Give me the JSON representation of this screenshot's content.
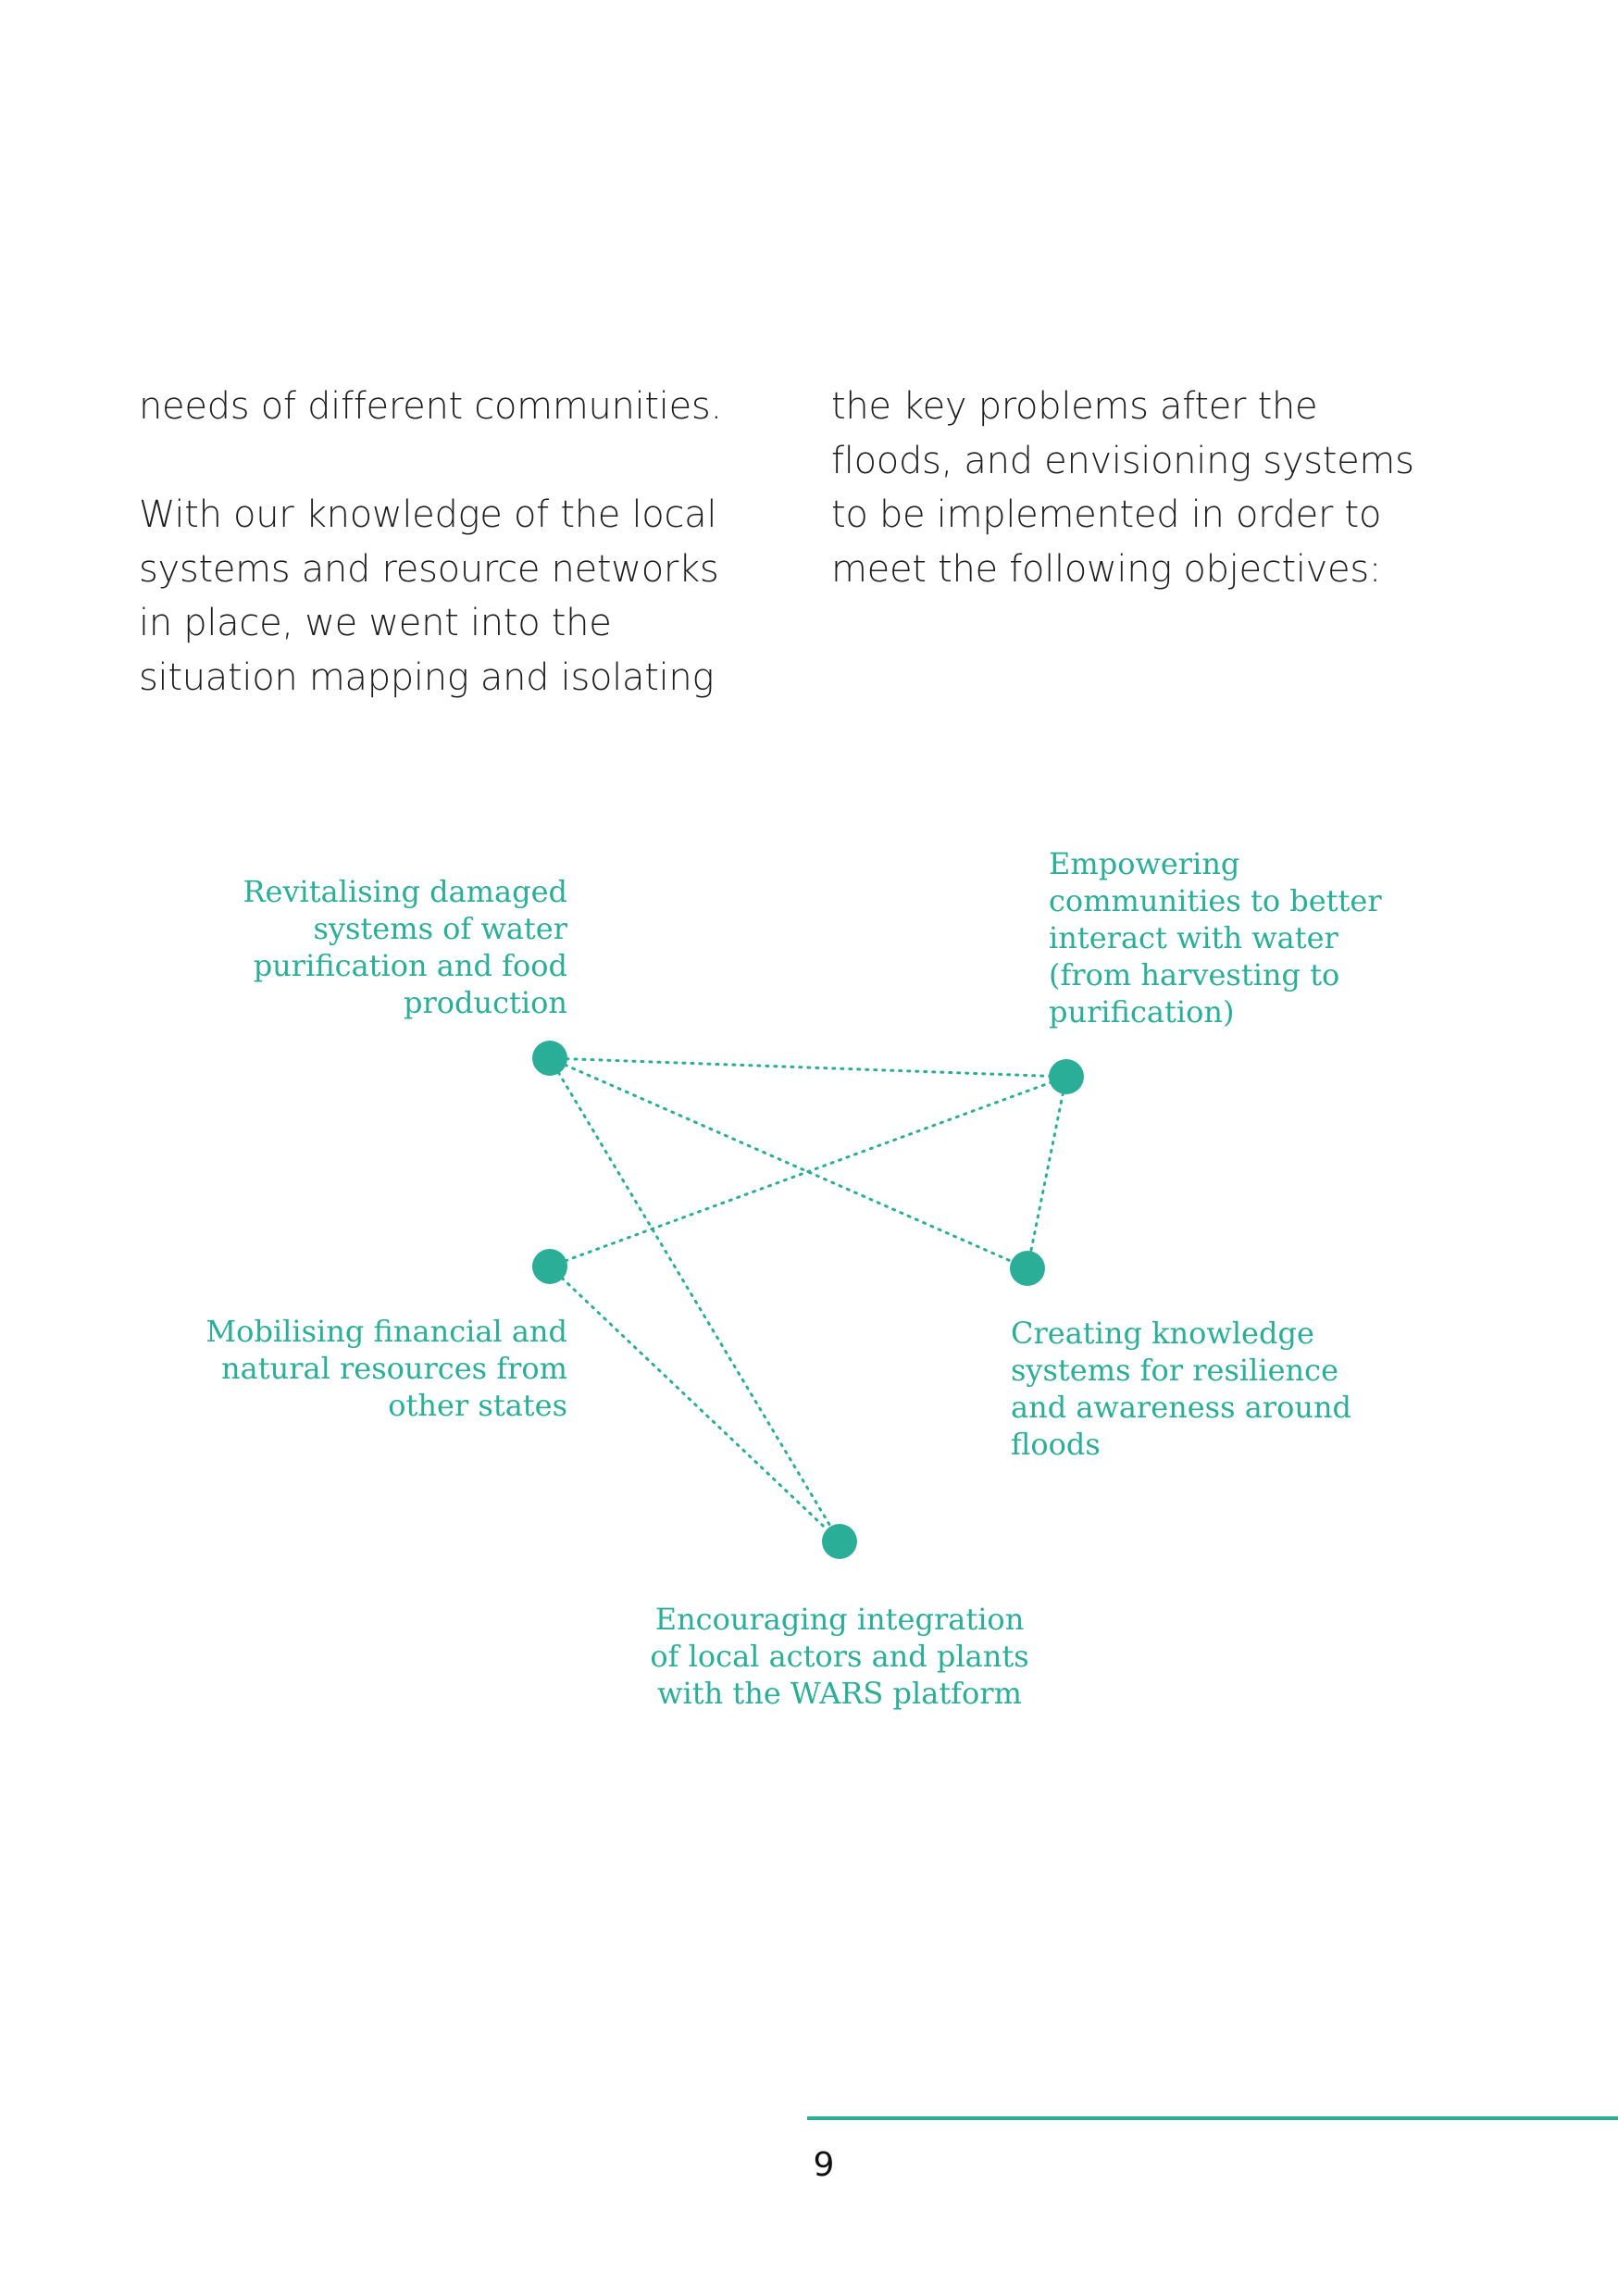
{
  "body_text": {
    "left_column": [
      "needs of different communities.",
      "With our knowledge of the local systems and resource networks in place, we went into the situation mapping and isolating"
    ],
    "right_column": [
      "the key problems after the floods, and envisioning systems to be implemented in order to meet the following objectives:"
    ]
  },
  "diagram": {
    "node_color": "#2aae98",
    "nodes": [
      {
        "id": "revitalising",
        "label": "Revitalising damaged systems of water purification and food production"
      },
      {
        "id": "empowering",
        "label": "Empowering communities to better interact with water (from harvesting to purification)"
      },
      {
        "id": "mobilising",
        "label": "Mobilising financial and natural resources from other states"
      },
      {
        "id": "creating",
        "label": "Creating knowledge systems for resilience and awareness around floods"
      },
      {
        "id": "encouraging",
        "label": "Encouraging integration of local actors and plants with the WARS platform"
      }
    ],
    "connections": [
      [
        "revitalising",
        "empowering"
      ],
      [
        "revitalising",
        "creating"
      ],
      [
        "revitalising",
        "encouraging"
      ],
      [
        "mobilising",
        "empowering"
      ],
      [
        "mobilising",
        "encouraging"
      ],
      [
        "empowering",
        "creating"
      ]
    ]
  },
  "footer": {
    "page_number": "9",
    "rule_color": "#2aae98"
  }
}
